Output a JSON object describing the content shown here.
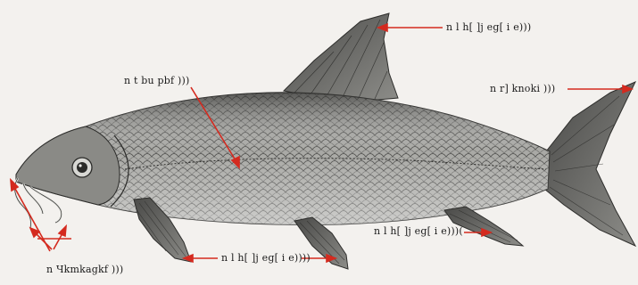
{
  "labels": {
    "dorsal_fin": "n l h[ ]j eg[ i e)))",
    "caudal_fin": "n r] knoki )))",
    "lateral_line": "n t bu pbf )))",
    "pelvic_fin": "n l h[ ]j eg[ i e))))",
    "anal_fin": "n l h[ ]j eg[ i e)))(",
    "barbels": "n Чkmkagkf )))"
  },
  "colors": {
    "background": "#f3f1ee",
    "pointer": "#d42a1f",
    "fish_body": "#9a9a96",
    "fish_dark": "#4a4a48",
    "fin": "#6c6c6a"
  }
}
